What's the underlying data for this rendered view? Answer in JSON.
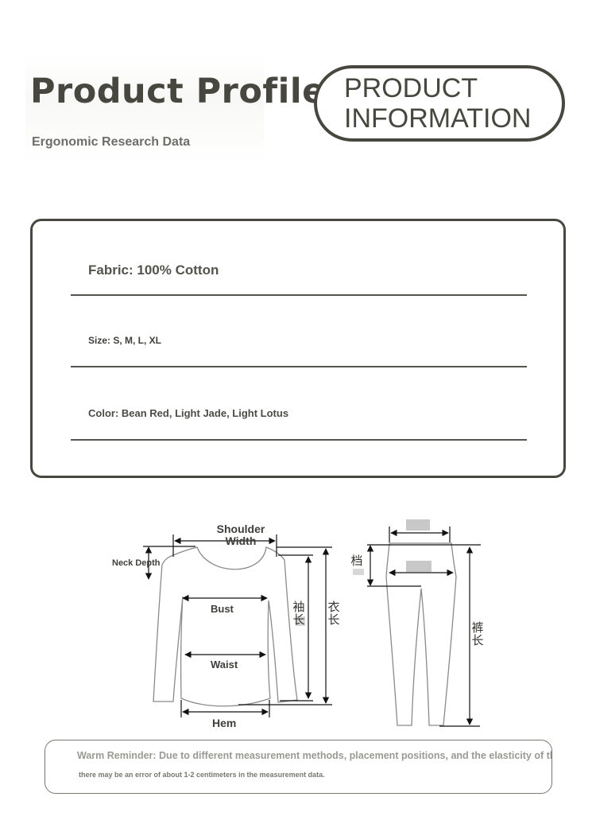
{
  "header": {
    "title": "Product Profile",
    "subtitle": "Ergonomic Research Data",
    "badge_line1": "PRODUCT",
    "badge_line2": "INFORMATION"
  },
  "specs": {
    "fabric": "Fabric: 100% Cotton",
    "size": "Size: S, M, L, XL",
    "color": "Color: Bean Red, Light Jade, Light Lotus"
  },
  "diagram": {
    "shoulder_width": "Shoulder Width",
    "neck_depth": "Neck Depth",
    "bust": "Bust",
    "waist": "Waist",
    "hem": "Hem",
    "sleeve_length": "袖长",
    "top_length": "衣长",
    "crotch": "档",
    "pants_length": "裤长"
  },
  "reminder": {
    "line1": "Warm Reminder: Due to different measurement methods, placement positions, and the elasticity of the fabric,",
    "line2": "there may be an error of about 1-2 centimeters in the measurement data."
  }
}
